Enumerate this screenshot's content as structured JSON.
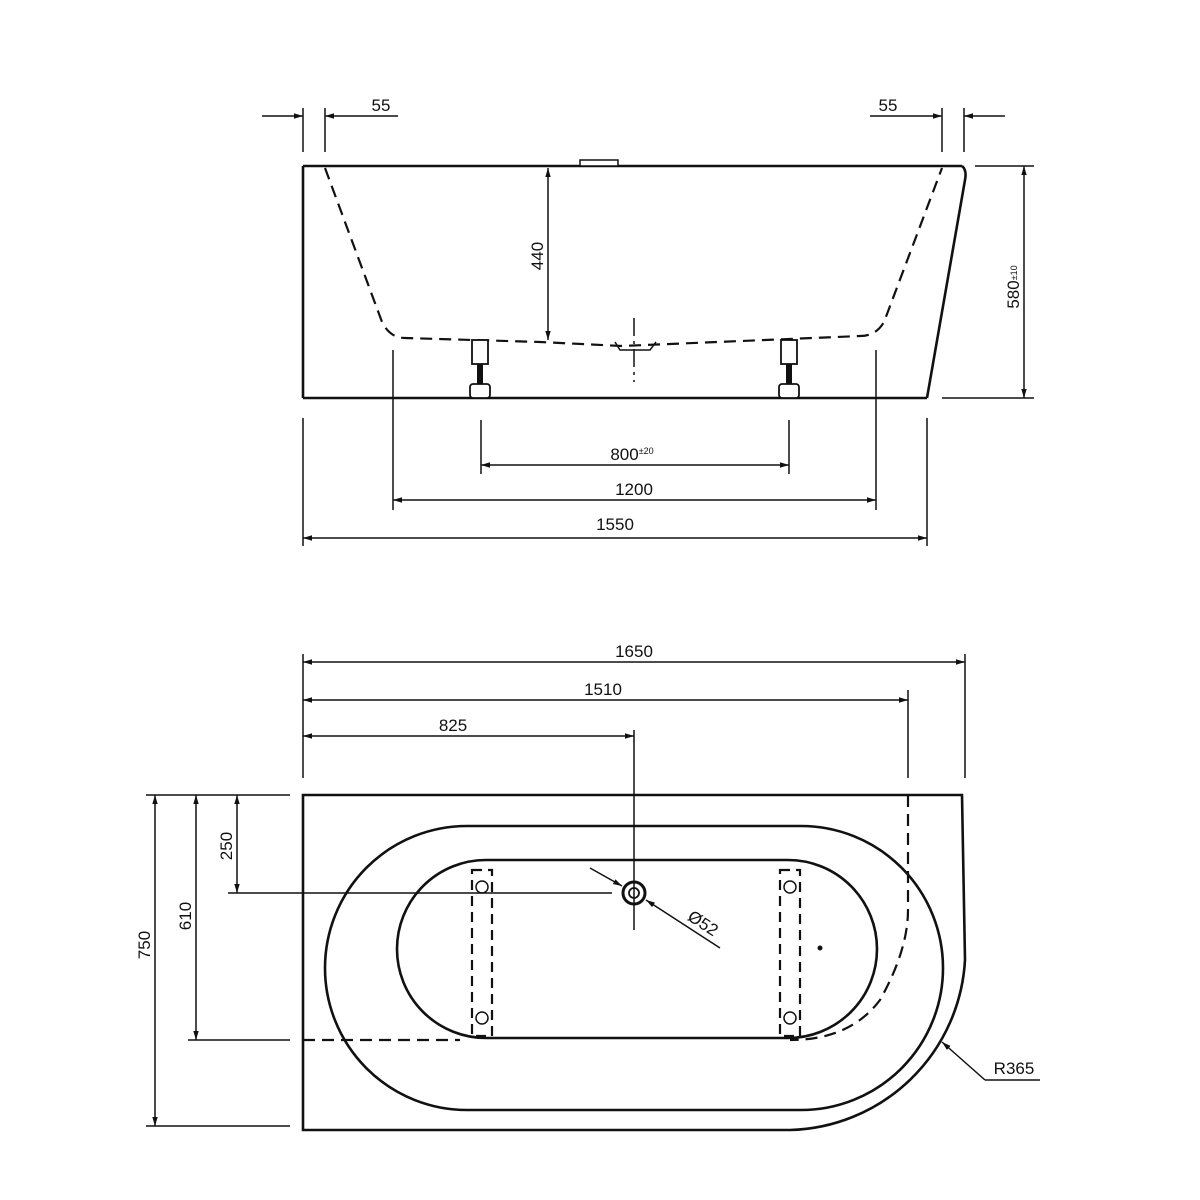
{
  "side_view": {
    "left_offset": "55",
    "right_offset": "55",
    "depth": "440",
    "height": "580",
    "height_tol": "±10",
    "feet_spacing": "800",
    "feet_spacing_tol": "±20",
    "inner_span": "1200",
    "base_length": "1550"
  },
  "top_view": {
    "overall_length": "1650",
    "straight_length": "1510",
    "drain_x": "825",
    "drain_y": "250",
    "inner_width": "610",
    "overall_width": "750",
    "drain_diameter": "Ø52",
    "corner_radius": "R365"
  }
}
